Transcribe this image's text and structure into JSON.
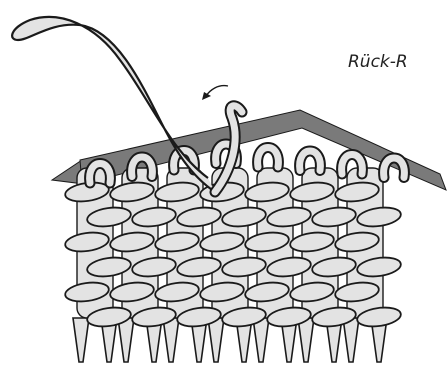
{
  "diagram": {
    "side_label": "Rück-R",
    "colors": {
      "stitch_fill": "#e3e3e3",
      "outline": "#1a1a1a",
      "needle": "#7a7a7a",
      "background": "#ffffff"
    },
    "icons": [
      "knitted-fabric",
      "knitting-needle",
      "yarn-strand",
      "direction-arrow-icon"
    ]
  }
}
